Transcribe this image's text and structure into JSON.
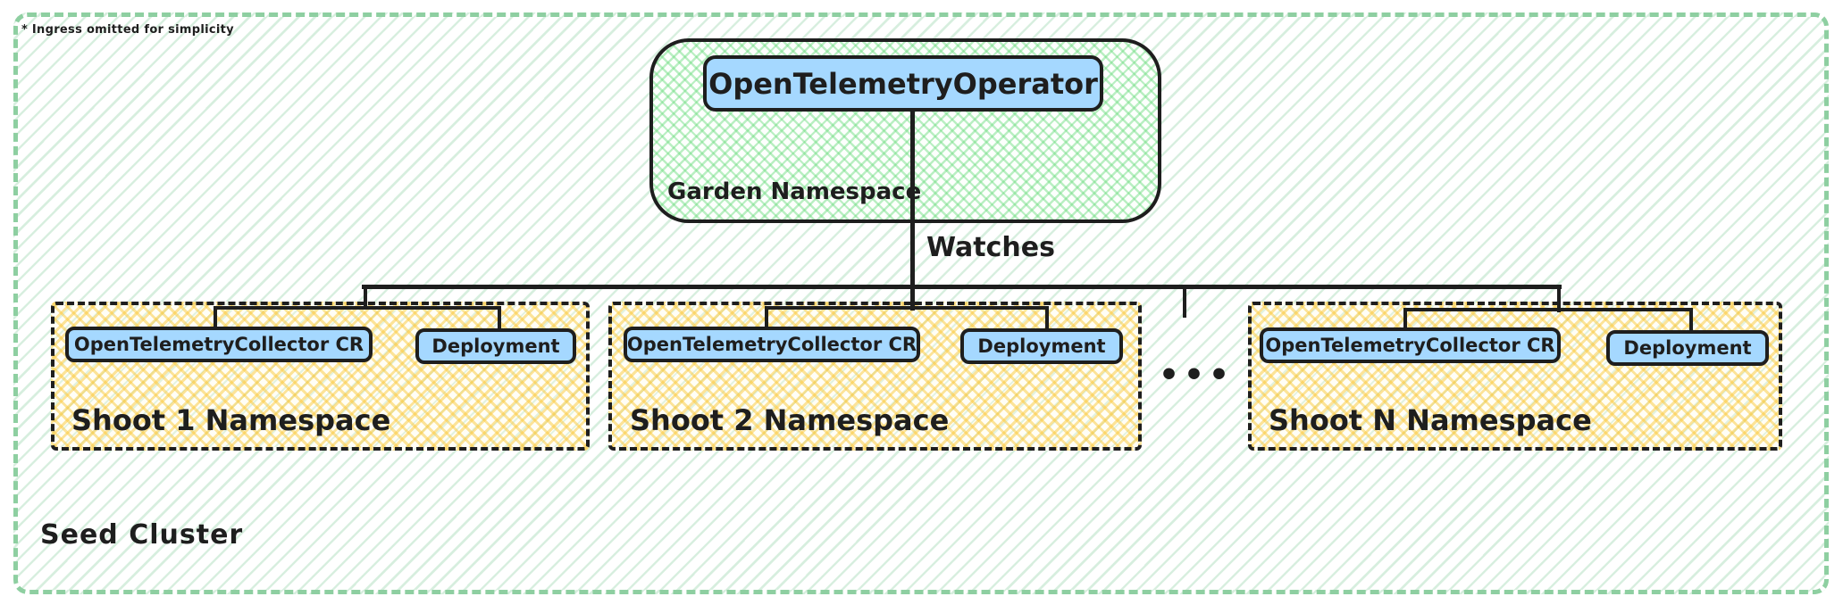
{
  "note": "* Ingress omitted for simplicity",
  "garden": {
    "operator_label": "OpenTelemetryOperator",
    "namespace_label": "Garden Namespace"
  },
  "edge_label": "Watches",
  "shoots": [
    {
      "namespace_label": "Shoot 1 Namespace",
      "collector_label": "OpenTelemetryCollector CR",
      "deployment_label": "Deployment"
    },
    {
      "namespace_label": "Shoot 2 Namespace",
      "collector_label": "OpenTelemetryCollector CR",
      "deployment_label": "Deployment"
    },
    {
      "namespace_label": "Shoot N Namespace",
      "collector_label": "OpenTelemetryCollector CR",
      "deployment_label": "Deployment"
    }
  ],
  "ellipsis": "•••",
  "cluster_label": "Seed Cluster",
  "colors": {
    "stroke": "#1e1e1e",
    "node_fill": "#a5d8ff",
    "garden_hatch": "#69db7c",
    "shoot_hatch": "#f5c842",
    "seed_hatch": "#bce5c9",
    "outer_border": "#8ecfa1"
  }
}
